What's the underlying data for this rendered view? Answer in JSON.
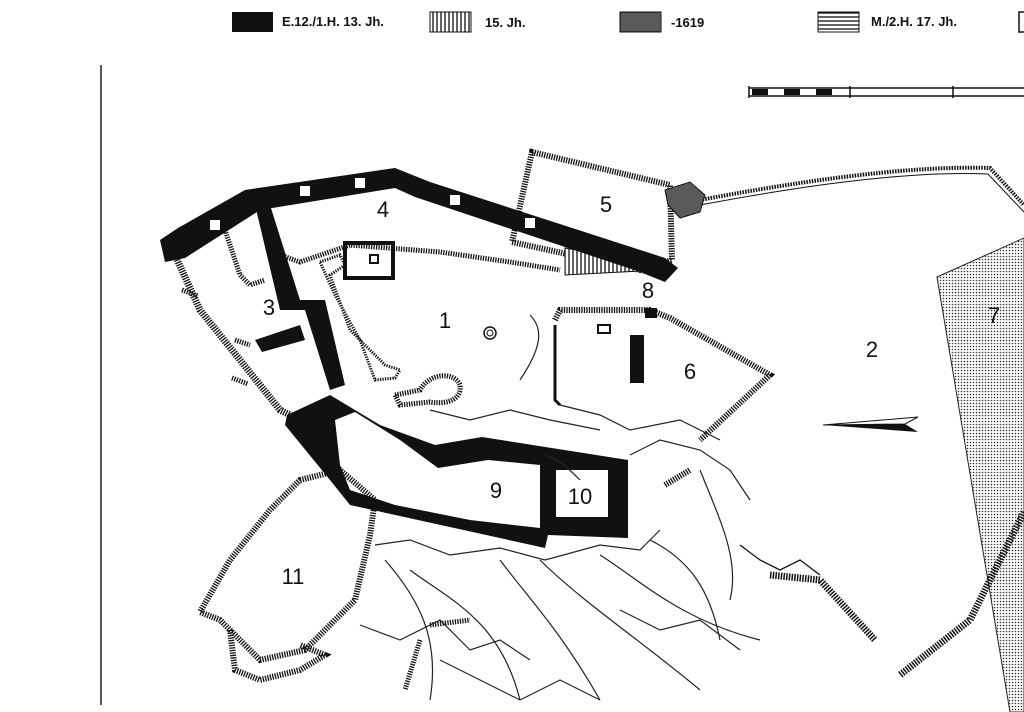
{
  "legend": [
    {
      "key": "black",
      "label": "E.12./1.H. 13. Jh."
    },
    {
      "key": "vertical-hatch",
      "label": "15. Jh."
    },
    {
      "key": "dotted",
      "label": "-1619"
    },
    {
      "key": "horizontal-hatch",
      "label": "M./2.H. 17. Jh."
    }
  ],
  "rooms": [
    {
      "id": "room-1",
      "label": "1"
    },
    {
      "id": "room-2",
      "label": "2"
    },
    {
      "id": "room-3",
      "label": "3"
    },
    {
      "id": "room-4",
      "label": "4"
    },
    {
      "id": "room-5",
      "label": "5"
    },
    {
      "id": "room-6",
      "label": "6"
    },
    {
      "id": "room-7",
      "label": "7"
    },
    {
      "id": "room-8",
      "label": "8"
    },
    {
      "id": "room-9",
      "label": "9"
    },
    {
      "id": "room-10",
      "label": "10"
    },
    {
      "id": "room-11",
      "label": "11"
    }
  ],
  "colors": {
    "ink": "#111111",
    "paper": "#ffffff"
  }
}
